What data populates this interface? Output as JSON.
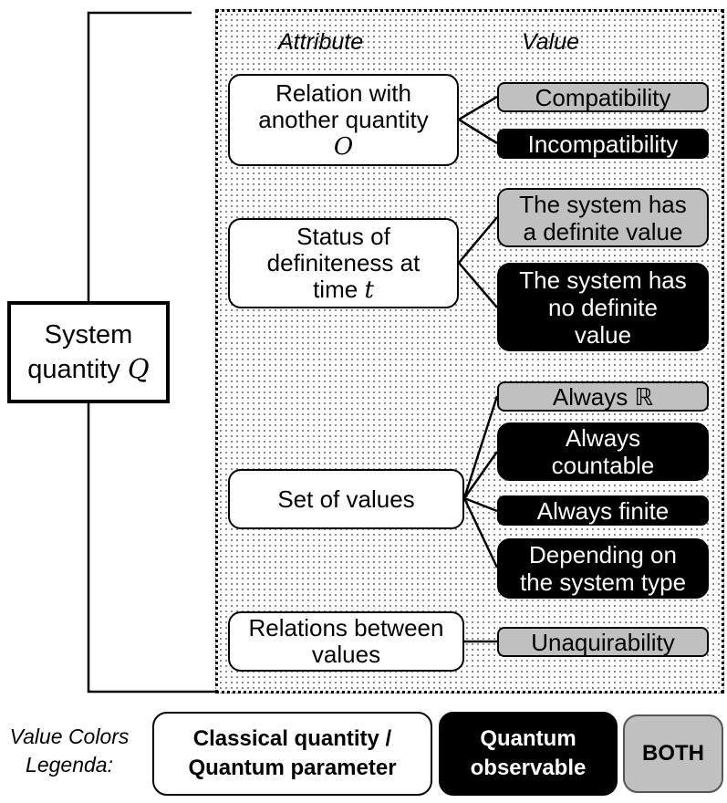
{
  "headers": {
    "attribute": "Attribute",
    "value": "Value"
  },
  "system_quantity": {
    "line1": "System",
    "line2": "quantity",
    "symbol": "Q"
  },
  "attributes": [
    {
      "line1": "Relation with",
      "line2": "another quantity",
      "line3": "O"
    },
    {
      "line1": "Status of",
      "line2": "definiteness at",
      "line3": "time",
      "symbol": "t"
    },
    {
      "label": "Set of values"
    },
    {
      "line1": "Relations between",
      "line2": "values"
    }
  ],
  "values": {
    "compatibility": "Compatibility",
    "incompatibility": "Incompatibility",
    "definite": {
      "line1": "The system has",
      "line2": "a definite value"
    },
    "no_definite": {
      "line1": "The system has",
      "line2": "no definite",
      "line3": "value"
    },
    "always_r": "Always ℝ",
    "always_countable": {
      "line1": "Always",
      "line2": "countable"
    },
    "always_finite": "Always finite",
    "depending": {
      "line1": "Depending on",
      "line2": "the system type"
    },
    "unaquirability": "Unaquirability"
  },
  "legend": {
    "title_line1": "Value Colors",
    "title_line2": "Legenda:",
    "classical": {
      "line1": "Classical quantity /",
      "line2": "Quantum parameter"
    },
    "quantum": {
      "line1": "Quantum",
      "line2": "observable"
    },
    "both": "BOTH"
  },
  "colors": {
    "classical": "#ffffff",
    "quantum": "#000000",
    "both": "#c0c0c0"
  }
}
